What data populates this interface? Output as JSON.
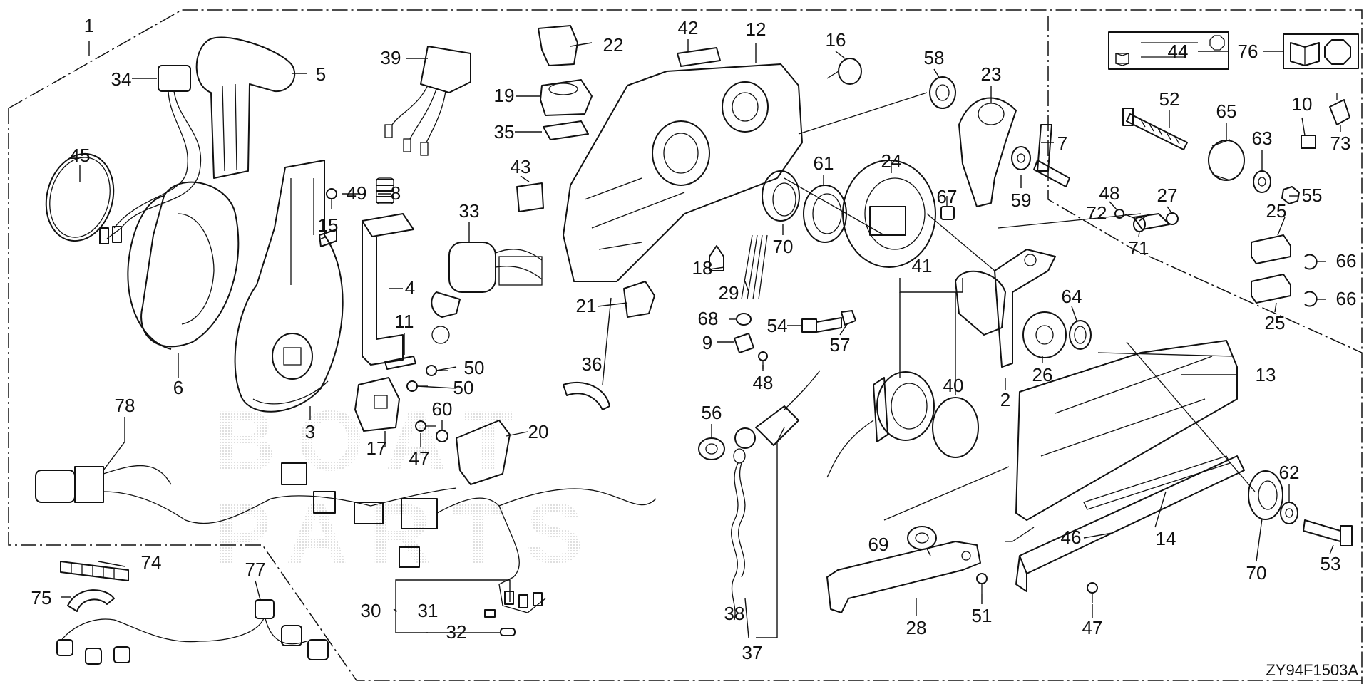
{
  "diagram": {
    "code": "ZY94F1503A",
    "callouts": [
      "1",
      "2",
      "3",
      "4",
      "5",
      "6",
      "7",
      "8",
      "9",
      "10",
      "11",
      "12",
      "13",
      "14",
      "15",
      "16",
      "17",
      "18",
      "19",
      "20",
      "21",
      "22",
      "23",
      "24",
      "25",
      "26",
      "27",
      "28",
      "29",
      "30",
      "31",
      "32",
      "33",
      "34",
      "35",
      "36",
      "37",
      "38",
      "39",
      "40",
      "41",
      "42",
      "43",
      "44",
      "45",
      "46",
      "47",
      "48",
      "49",
      "50",
      "51",
      "52",
      "53",
      "54",
      "55",
      "56",
      "57",
      "58",
      "59",
      "60",
      "61",
      "62",
      "63",
      "64",
      "65",
      "66",
      "67",
      "68",
      "69",
      "70",
      "71",
      "72",
      "73",
      "74",
      "75",
      "76",
      "77",
      "78"
    ],
    "label_icons": {
      "part_44": [
        "book-icon",
        "stop-icon"
      ],
      "part_76": [
        "book-icon",
        "stop-icon"
      ]
    },
    "watermark_text": "BOAT PARTS",
    "watermark_color": "#bdbdbd"
  }
}
